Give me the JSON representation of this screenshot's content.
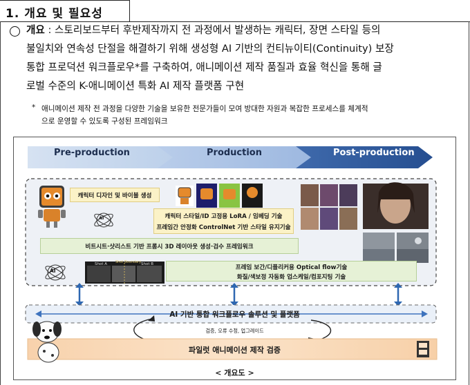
{
  "header": {
    "title": "1. 개요 및 필요성"
  },
  "overview": {
    "label": "개요",
    "line1": " : 스토리보드부터 후반제작까지 전 과정에서 발생하는 캐릭터, 장면 스타일 등의",
    "line2": "불일치와 연속성 단절을 해결하기 위해 생성형 AI 기반의 컨티뉴이티(Continuity) 보장",
    "line3": "통합 프로덕션 워크플로우*를 구축하여, 애니메이션 제작 품질과 효율 혁신을 통해 글",
    "line4": "로벌 수준의 K-애니메이션 특화 AI 제작 플랫폼 구현",
    "note_mark": "*",
    "note1": "애니메이션 제작 전 과정을 다양한 기술을 보유한 전문가들이 모여 방대한 자원과 복잡한 프로세스를 체계적",
    "note2": "으로 운영할 수 있도록 구성된 프레임워크"
  },
  "diagram": {
    "stages": [
      "Pre-production",
      "Production",
      "Post-production"
    ],
    "character_design": "캐릭터 디자인 및 바이블 생성",
    "style_line1": "캐릭터 스타일/ID 고정용 LoRA / 임베딩 기술",
    "style_line2": "프레임간 안정화 ControlNet 기반 스타일 유지기술",
    "storyboard": "비트시트·샷리스트 기반 프롬시 3D 레이아웃 생성·검수 프레임워크",
    "interp_line1": "프레임 보간/디플리커용 Optical flow기술",
    "interp_line2": "화질/색보정 자동화 업스케일/컴포지팅 기술",
    "shot_a": "Shot A",
    "shot_boundary": "Shot Boundary",
    "shot_b": "Shot B",
    "ai_label": "AI",
    "platform": "AI 기반 통합 워크플로우 솔루션 및 플랫폼",
    "feedback": "검증, 오류 수정, 업그레이드",
    "pilot": "파일럿 애니메이션 제작 검증",
    "caption": "< 개요도 >",
    "colors": {
      "stage1": "#c7d7ee",
      "stage2": "#aac2e4",
      "stage3": "#2f5a9c",
      "green": "#e6f1d6",
      "yellow": "#fbf2c7",
      "pilot": "#f9d9b7"
    }
  }
}
